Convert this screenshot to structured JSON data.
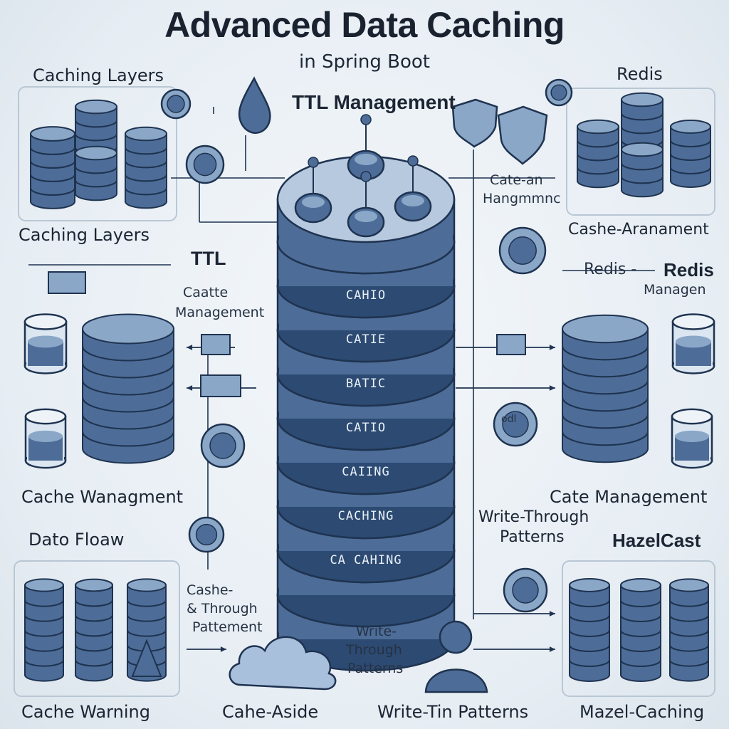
{
  "title": "Advanced Data Caching",
  "subtitle": "in Spring Boot",
  "labels": {
    "caching_layers_top": "Caching Layers",
    "caching_layers_mid": "Caching Layers",
    "ttl_management": "TTL Management",
    "redis_top": "Redis",
    "ttl_left": "TTL",
    "caatte": "Caatte",
    "management_left": "Management",
    "cate_an_line1": "Cate-an",
    "cate_an_line2": "Hangmmnc",
    "cache_aranament": "Cashe-Aranament",
    "redis_mid_small": "Redis -",
    "redis_mid": "Redis",
    "managen": "Managen",
    "cache_wanagment": "Cache Wanagment",
    "dato_floaw": "Dato Floaw",
    "cate_management": "Cate Management",
    "write_through_right_1": "Write-Through",
    "write_through_right_2": "Patterns",
    "hazelcast": "HazelCast",
    "cashe_through_1": "Cashe-",
    "cashe_through_2": "& Through",
    "cashe_through_3": "Pattement",
    "write_through_bottom_1": "Write-",
    "write_through_bottom_2": "Through",
    "write_through_bottom_3": "Patterns",
    "cache_warning": "Cache Warning",
    "cahe_aside": "Cahe-Aside",
    "write_tin_patterns": "Write-Tin Patterns",
    "mazel_caching": "Mazel-Caching",
    "right_glyph": "odl"
  },
  "center_bands": [
    "CAHIO",
    "CATIE",
    "BATIC",
    "CATIO",
    "CAIING",
    "CACHING",
    "CA  CAHING"
  ],
  "colors": {
    "steel": "#4d6d98",
    "steel_light": "#8aa7c8",
    "steel_dark": "#2c4a72",
    "outline": "#1f3350",
    "panel": "#dce6ef"
  }
}
